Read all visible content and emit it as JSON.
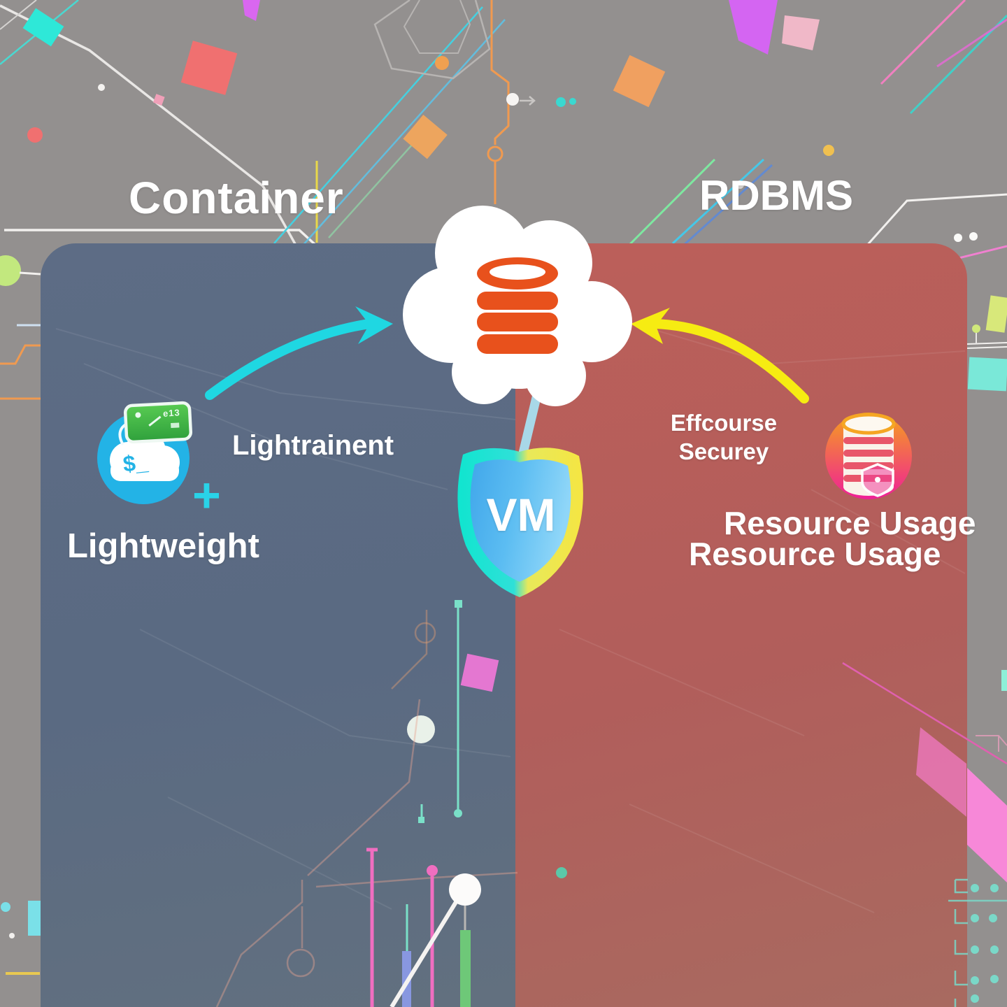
{
  "diagram_title": "Container vs RDBMS cloud database comparison",
  "left_panel": {
    "title": "Container",
    "feature_label": "Lightrainent",
    "plus_symbol": "+",
    "caption": "Lightweight",
    "terminal_glyph": "$_",
    "card_glyph": "e13"
  },
  "right_panel": {
    "title": "RDBMS",
    "feature_line1": "Effcourse",
    "feature_line2": "Securey",
    "usage_line1": "Resource Usage",
    "usage_line2": "Resource Usage"
  },
  "center": {
    "shield_label": "VM"
  },
  "icons": {
    "cloud_database": "cloud-database-icon",
    "database_cylinder": "database-cylinder-icon",
    "vm_shield": "vm-shield-icon",
    "container_terminal": "container-terminal-cloud-icon",
    "terminal_card": "terminal-card-icon",
    "rdbms_database": "rdbms-database-badge-icon",
    "left_arrow": "cyan-curved-arrow-icon",
    "right_arrow": "yellow-curved-arrow-icon"
  },
  "colors": {
    "background": "#93908f",
    "left_panel": "#5d6c85",
    "right_panel": "#b75f5b",
    "cyan_arrow": "#1fd7e2",
    "yellow_arrow": "#f6ec12",
    "db_orange": "#e8511c",
    "shield_blue": "#4fb3ec",
    "shield_border_left": "#10e5cf",
    "shield_border_right": "#f5e642",
    "left_icon_azure": "#23b3e6",
    "right_icon_gradient_top": "#f6a21b",
    "right_icon_gradient_bottom": "#ef1f98"
  }
}
